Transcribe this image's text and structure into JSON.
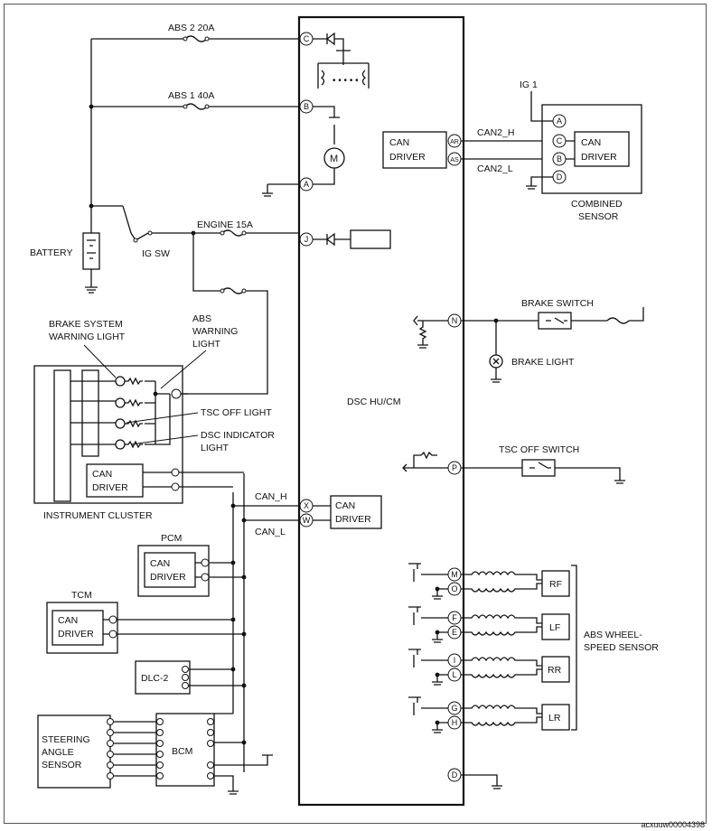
{
  "labels": {
    "abs2": "ABS 2 20A",
    "abs1": "ABS 1 40A",
    "engine15": "ENGINE 15A",
    "battery": "BATTERY",
    "igsw": "IG SW",
    "ig1": "IG 1",
    "can2h": "CAN2_H",
    "can2l": "CAN2_L",
    "can_h": "CAN_H",
    "can_l": "CAN_L",
    "can": "CAN",
    "driver": "DRIVER",
    "combined_1": "COMBINED",
    "combined_2": "SENSOR",
    "brake_switch": "BRAKE SWITCH",
    "brake_light": "BRAKE LIGHT",
    "tsc_off_switch": "TSC OFF SWITCH",
    "dsc": "DSC HU/CM",
    "bswl_1": "BRAKE SYSTEM",
    "bswl_2": "WARNING LIGHT",
    "absw_1": "ABS",
    "absw_2": "WARNING",
    "absw_3": "LIGHT",
    "tsc_off_light": "TSC OFF LIGHT",
    "dsc_ind_1": "DSC INDICATOR",
    "dsc_ind_2": "LIGHT",
    "instrument_cluster": "INSTRUMENT CLUSTER",
    "pcm": "PCM",
    "tcm": "TCM",
    "dlc2": "DLC-2",
    "steering_1": "STEERING",
    "steering_2": "ANGLE",
    "steering_3": "SENSOR",
    "bcm": "BCM",
    "wheel_1": "ABS WHEEL-",
    "wheel_2": "SPEED SENSOR",
    "rf": "RF",
    "lf": "LF",
    "rr": "RR",
    "lr": "LR",
    "code": "acxuuw00004398"
  },
  "pins": {
    "C": "C",
    "B": "B",
    "A": "A",
    "J": "J",
    "N": "N",
    "P": "P",
    "X": "X",
    "W": "W",
    "M": "M",
    "O": "O",
    "F": "F",
    "E": "E",
    "I": "I",
    "L": "L",
    "G": "G",
    "H": "H",
    "D": "D",
    "AR": "AR",
    "AS": "AS",
    "sA": "A",
    "sC": "C",
    "sB": "B",
    "sD": "D"
  }
}
